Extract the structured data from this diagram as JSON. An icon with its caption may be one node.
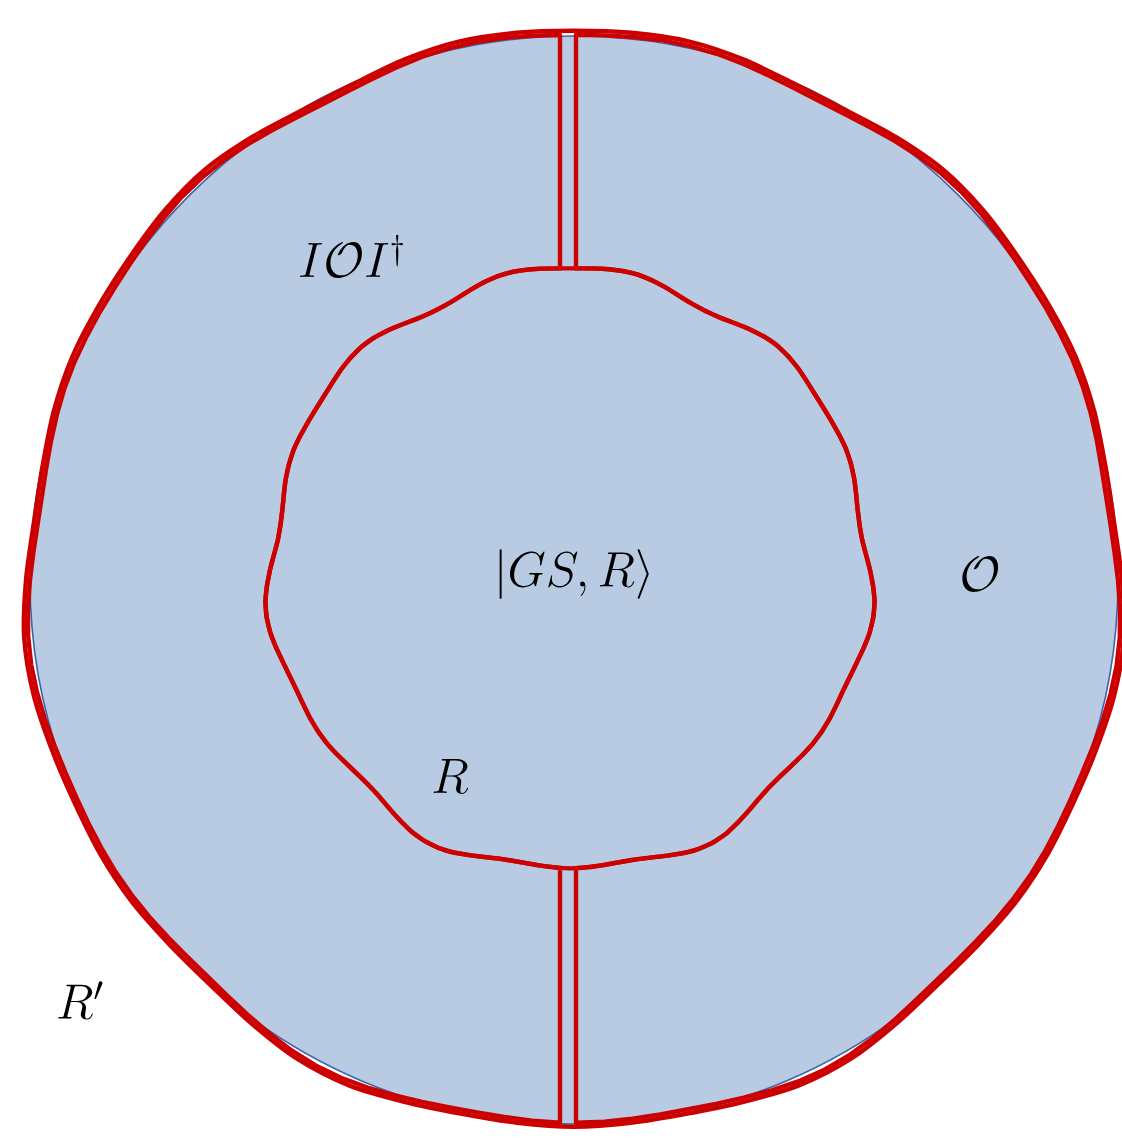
{
  "diagram": {
    "nodes": [
      {
        "text": [],
        "shape": "circle",
        "beside": [
          "R'"
        ]
      },
      {
        "text": [
          "I\\mathcal{O}I^\\dagger"
        ],
        "in": 0
      },
      {
        "text": [
          "\\mathcal{O}"
        ],
        "in": 0
      },
      {
        "text": [
          "|GS,R\\rangle",
          "R"
        ],
        "in": 0
      }
    ]
  }
}
